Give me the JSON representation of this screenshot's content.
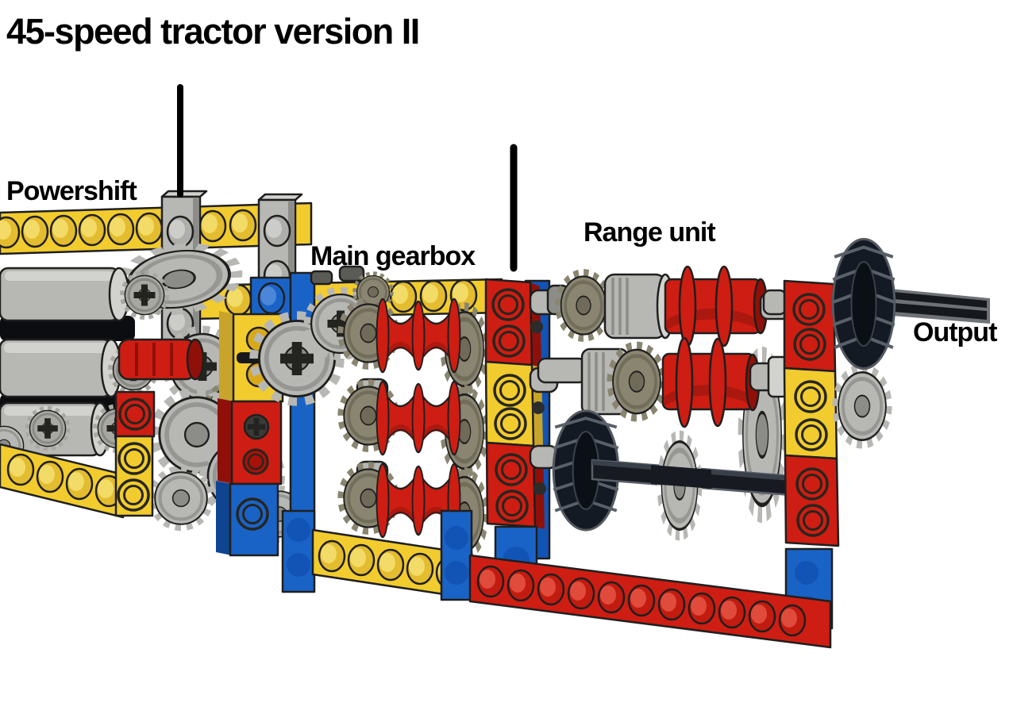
{
  "title": "45-speed tractor version II",
  "labels": {
    "powershift": "Powershift",
    "main_gearbox": "Main gearbox",
    "range_unit": "Range unit",
    "output": "Output"
  },
  "colors": {
    "background": "#FFFFFF",
    "text": "#000000",
    "lego_yellow": "#F2CC2E",
    "lego_red": "#CE1D12",
    "lego_blue": "#1A63C6",
    "light_gray": "#B7B7B3",
    "dark_tan": "#8A8570",
    "dark_gray": "#5B5B55",
    "tire_black": "#141A24",
    "axle_black": "#171B21",
    "outline": "#1F1F1F"
  }
}
